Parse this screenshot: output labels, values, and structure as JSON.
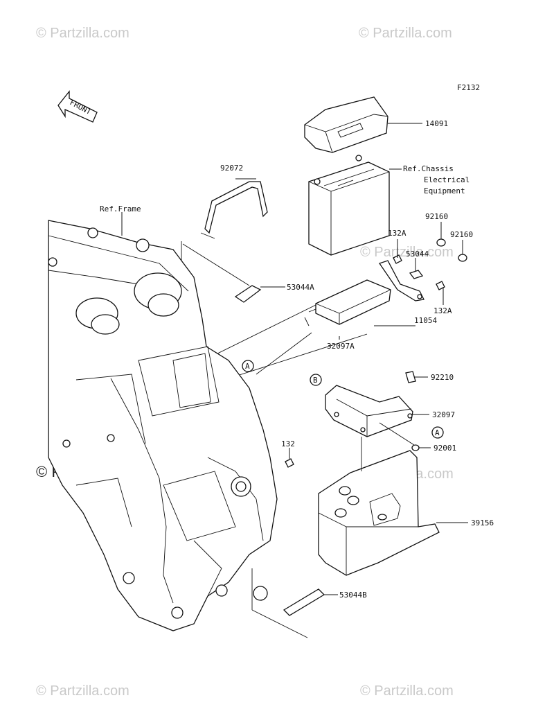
{
  "watermarks": {
    "top_left": "© Partzilla.com",
    "top_right": "© Partzilla.com",
    "middle_left": "© Partzilla.com",
    "middle_right": "© Partzilla.com",
    "bottom_left": "© Partzilla.com",
    "bottom_right": "© Partzilla.com"
  },
  "figure_code": "F2132",
  "front_marker": "FRONT",
  "refs": {
    "frame": "Ref.Frame",
    "chassis_line1": "Ref.Chassis",
    "chassis_line2": "Electrical",
    "chassis_line3": "Equipment"
  },
  "callouts": {
    "a_label": "A",
    "b_label": "B"
  },
  "parts": {
    "p14091": "14091",
    "p92072": "92072",
    "p92160_a": "92160",
    "p92160_b": "92160",
    "p132a_a": "132A",
    "p53044": "53044",
    "p53044a": "53044A",
    "p132a_b": "132A",
    "p11054": "11054",
    "p32097a": "32097A",
    "p92210": "92210",
    "p32097": "32097",
    "p132": "132",
    "p92001": "92001",
    "p39156": "39156",
    "p53044b": "53044B"
  }
}
